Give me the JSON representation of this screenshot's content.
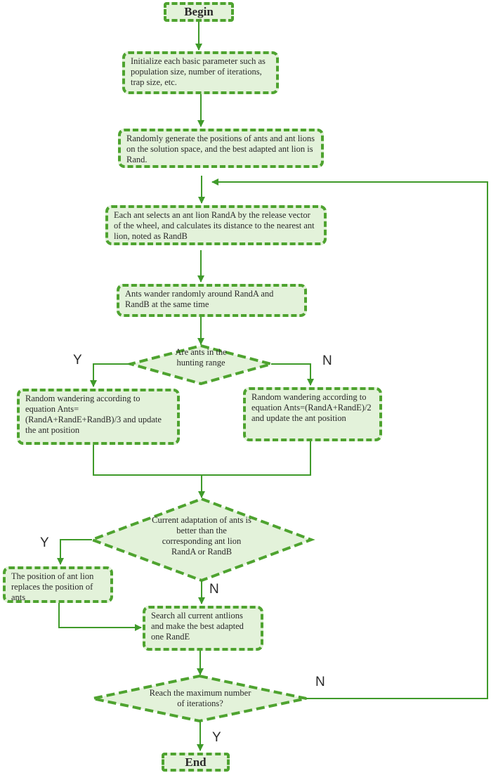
{
  "nodes": {
    "begin": "Begin",
    "init": "Initialize each basic parameter such as population size, number of iterations, trap size, etc.",
    "generate": "Randomly generate the positions of ants and ant lions on the solution space, and the best adapted ant lion is Rand.",
    "select": "Each ant selects an ant lion RandA by the release vector of the wheel, and calculates its distance to the nearest ant lion, noted as RandB",
    "wander": "Ants wander randomly around RandA and RandB at the same time",
    "hunting": "Are ants in the hunting range",
    "left_update": "Random wandering according to equation Ants=(RandA+RandE+RandB)/3 and update the ant position",
    "right_update": "Random wandering according to equation Ants=(RandA+RandE)/2 and update the ant position",
    "adaptation": "Current adaptation of ants is better than the corresponding ant lion RandA or RandB",
    "replace": "The position of ant lion replaces the position of ants",
    "search": "Search all current antlions and make the best adapted one RandE",
    "max_iter": "Reach the maximum number of iterations?",
    "end": "End"
  },
  "labels": {
    "hunting_yes": "Y",
    "hunting_no": "N",
    "adapt_yes": "Y",
    "adapt_no": "N",
    "max_no": "N",
    "max_yes": "Y"
  },
  "colors": {
    "fill": "#e3f2da",
    "border": "#4ea32f",
    "line": "#3f9a2a"
  }
}
